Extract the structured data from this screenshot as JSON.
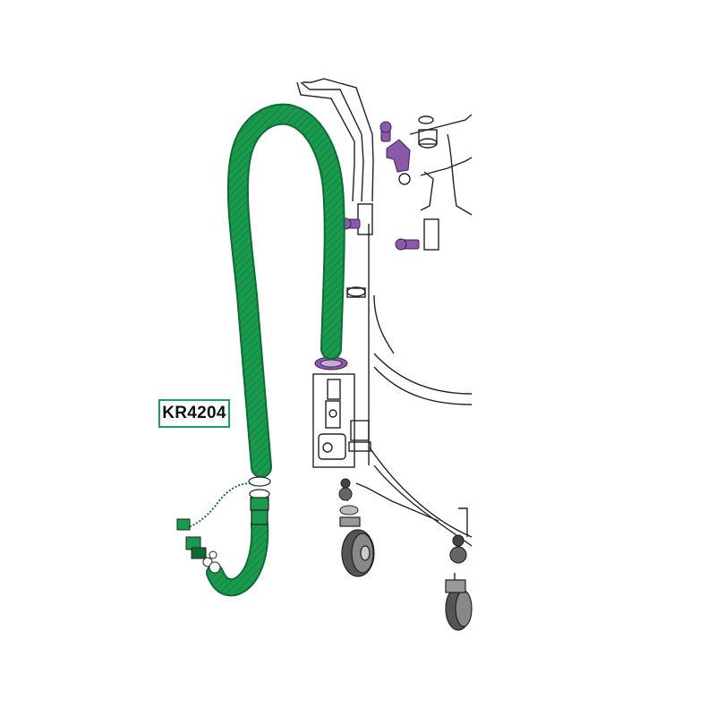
{
  "part_label": "KR4204",
  "colors": {
    "hose": "#1a9a4e",
    "hose_dark": "#0f6b34",
    "accent_part": "#8a5aa8",
    "line": "#222222",
    "label_border": "#1aa05a"
  },
  "icons": [
    "hose",
    "bolt",
    "caster-wheel",
    "hose-clamp",
    "nozzle",
    "chain",
    "bracket"
  ]
}
